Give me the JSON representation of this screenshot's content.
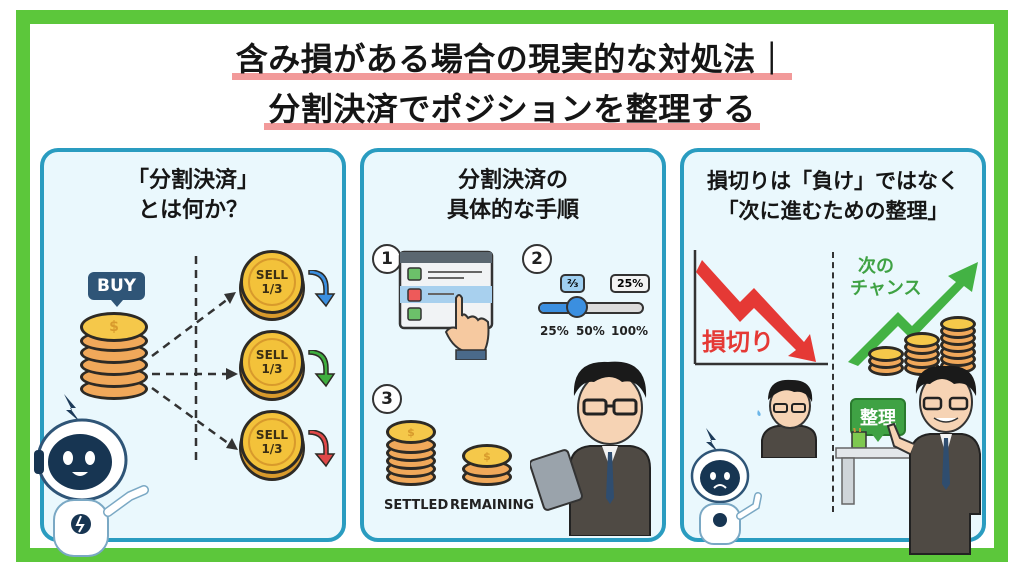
{
  "header": {
    "title_line1": "含み損がある場合の現実的な対処法｜",
    "title_line2": "分割決済でポジションを整理する"
  },
  "colors": {
    "frame_green": "#5cc73b",
    "panel_border": "#2a9cc0",
    "panel_bg": "#eaf8fd",
    "title_highlight": "#f29a9a",
    "loss_red": "#e53935",
    "gain_green": "#43b244"
  },
  "panels": [
    {
      "title_line1": "「分割決済」",
      "title_line2": "とは何か？",
      "buy_label": "BUY",
      "coin_symbol": "$",
      "sell_coins": [
        {
          "line1": "SELL",
          "line2": "1/3",
          "arrow_color": "#3b8fe0"
        },
        {
          "line1": "SELL",
          "line2": "1/3",
          "arrow_color": "#3fae3f"
        },
        {
          "line1": "SELL",
          "line2": "1/3",
          "arrow_color": "#e04848"
        }
      ]
    },
    {
      "title_line1": "分割決済の",
      "title_line2": "具体的な手順",
      "steps": [
        {
          "number": "1"
        },
        {
          "number": "2",
          "slider_tooltip_active": "⅔",
          "slider_tooltip_value": "25%",
          "slider_ticks": [
            "25%",
            "50%",
            "100%"
          ]
        },
        {
          "number": "3",
          "stack_labels": [
            "SETTLED",
            "REMAINING"
          ]
        }
      ]
    },
    {
      "title_line1": "損切りは「負け」ではなく",
      "title_line2": "「次に進むための整理」",
      "loss_label": "損切り",
      "next_chance_line1": "次の",
      "next_chance_line2": "チャンス",
      "organize_bubble": "整理"
    }
  ]
}
